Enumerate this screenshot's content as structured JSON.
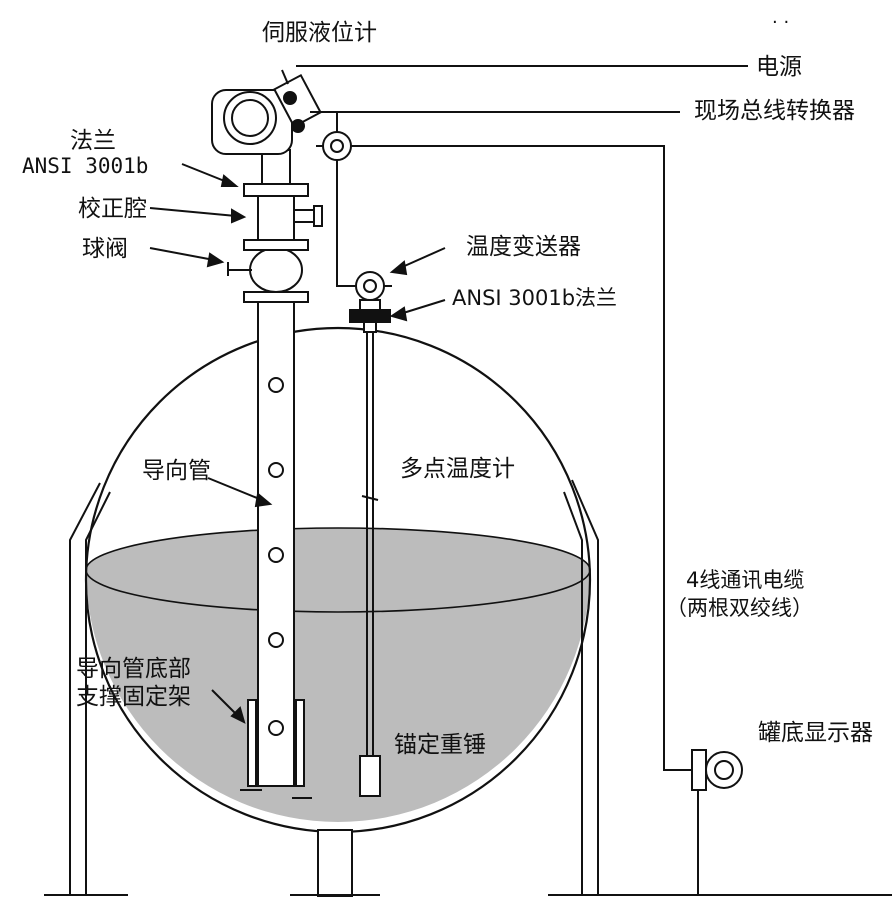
{
  "labels": {
    "servo_level_gauge": "伺服液位计",
    "power": "电源",
    "fieldbus_converter": "现场总线转换器",
    "flange": "法兰",
    "flange_spec": "ANSI 3001b",
    "calibration_chamber": "校正腔",
    "ball_valve": "球阀",
    "temperature_transmitter": "温度变送器",
    "ansi_flange": "ANSI 3001b法兰",
    "guide_pipe": "导向管",
    "multipoint_thermometer": "多点温度计",
    "cable_line1": "4线通讯电缆",
    "cable_line2": "（两根双绞线）",
    "guide_support_line1": "导向管底部",
    "guide_support_line2": "支撑固定架",
    "anchor_weight": "锚定重锤",
    "tank_bottom_display": "罐底显示器",
    "power_dots": "· ·"
  },
  "colors": {
    "line": "#111111",
    "liquid": "#bcbcbc",
    "background": "#ffffff"
  }
}
